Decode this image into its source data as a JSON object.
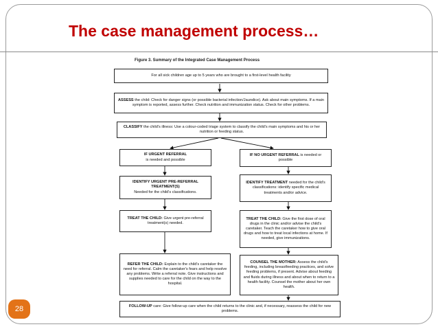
{
  "slide": {
    "title": "The case management process…",
    "page_number": "28"
  },
  "figure": {
    "caption": "Figure 3. Summary of the Integrated Case Management Process",
    "boxes": {
      "intro": "For all sick children age up to  5 years who are brought to a first-level health facility",
      "assess_kw": "ASSESS",
      "assess": " the child: Check for danger signs (or possible bacterial infection/Jaundice). Ask about main symptoms. If a main symptom is reported, assess further. Check nutrition and immunization status. Check for other problems.",
      "classify_kw": "CLASSIFY",
      "classify": " the child's illness: Use a colour-coded triage system to classify the child's main symptoms and his or her nutrition or feeding status.",
      "urgent_kw": "IF URGENT REFERRAL",
      "urgent": "is needed and possible",
      "no_urgent_kw": "IF NO URGENT REFERRAL",
      "no_urgent": " is needed or possible",
      "identify_urgent_kw": "IDENTIFY URGENT PRE-REFERRAL TREATMENT(S)",
      "identify_urgent": "Needed for the child's classifications.",
      "identify_kw": "IDENTIFY TREATMENT",
      "identify": " needed for the child's classifications: identify specific medical treatments and/or advice.",
      "treat_urgent_kw": "TREAT THE CHILD:",
      "treat_urgent": " Give urgent pre-referral treatment(s) needed.",
      "treat_kw": "TREAT THE CHILD:",
      "treat": " Give the first dose of oral drugs in the clinic and/or advise the child's caretaker. Teach the caretaker how to give oral drugs and how to treat local infections at home. If needed, give immunizations.",
      "refer_kw": "REFER THE CHILD:",
      "refer": " Explain to the child's caretaker the need for referral. Calm the caretaker's fears and help resolve any problems. Write a referral note. Give instructions and supplies needed to care for the child on the way to the hospital.",
      "counsel_kw": "COUNSEL THE MOTHER:",
      "counsel": " Assess the child's feeding, including breastfeeding practices, and solve feeding problems, if present. Advise about feeding and fluids during illness and about when to return to a health facility. Counsel the mother about her own health.",
      "followup_kw": "FOLLOW-UP",
      "followup": " care: Give follow-up care when the child returns to the clinic and, if necessary, reassess the child for new problems."
    }
  }
}
